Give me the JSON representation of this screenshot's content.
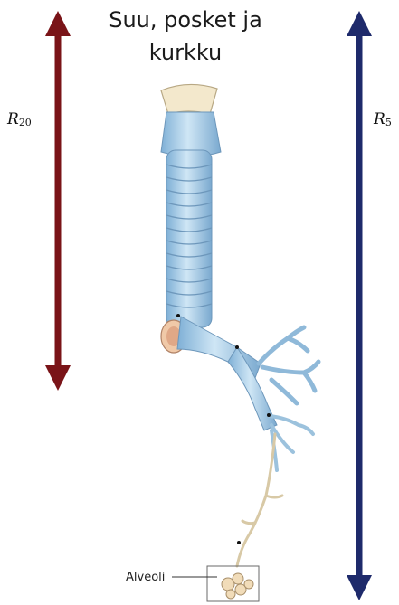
{
  "title": {
    "line1": "Suu, posket ja",
    "line2": "kurkku"
  },
  "resistances": {
    "left": {
      "symbol": "R",
      "subscript": "20",
      "color": "#7a1418"
    },
    "right": {
      "symbol": "R",
      "subscript": "5",
      "color": "#1e2a6b"
    }
  },
  "airway": {
    "alveoli_label": "Alveoli"
  }
}
